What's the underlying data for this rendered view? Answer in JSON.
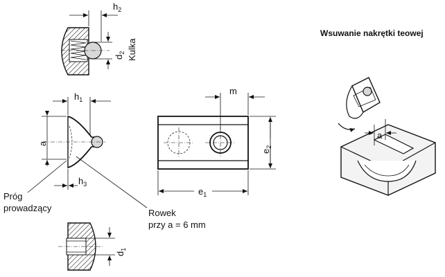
{
  "labels": {
    "h2": "h",
    "h2_sub": "2",
    "d2": "d",
    "d2_sub": "2",
    "kulka": "Kulka",
    "h1": "h",
    "h1_sub": "1",
    "a_left": "a",
    "h3": "h",
    "h3_sub": "3",
    "prog_line1": "Próg",
    "prog_line2": "prowadzący",
    "rowek_line1": "Rowek",
    "rowek_line2": "przy a = 6 mm",
    "d1": "d",
    "d1_sub": "1",
    "m": "m",
    "e2": "e",
    "e2_sub": "2",
    "e1": "e",
    "e1_sub": "1",
    "insert_title": "Wsuwanie nakrętki teowej",
    "a_right": "a"
  },
  "colors": {
    "ink": "#111111",
    "ball_fill": "#d8d8d8",
    "profile_fill": "#f3f3f3"
  }
}
